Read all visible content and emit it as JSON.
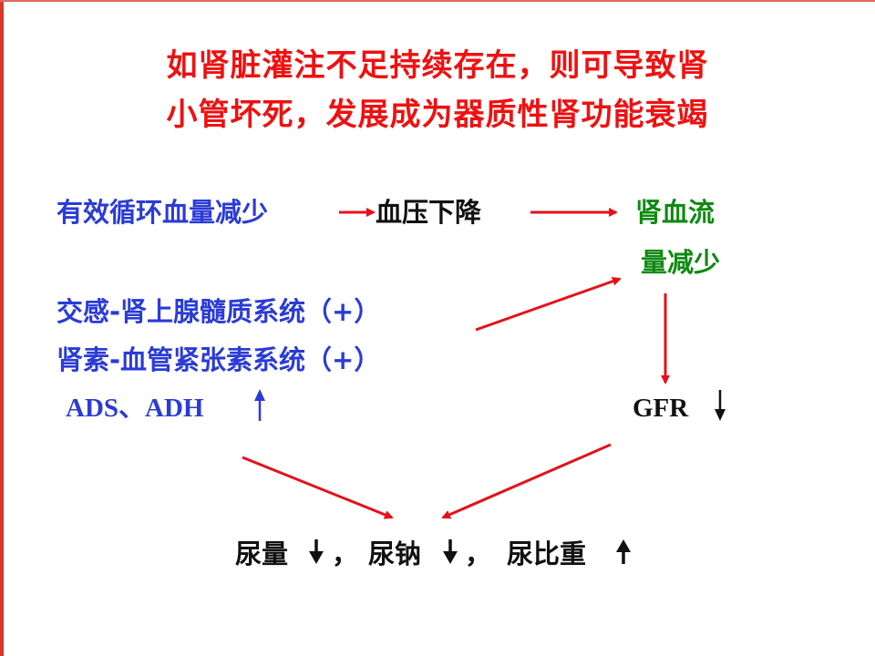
{
  "title": {
    "line1": "如肾脏灌注不足持续存在，则可导致肾",
    "line2": "小管坏死，发展成为器质性肾功能衰竭"
  },
  "nodes": {
    "blood_volume": "有效循环血量减少",
    "bp_drop": "血压下降",
    "renal_flow_1": "肾血流",
    "renal_flow_2": "量减少",
    "sympathetic": "交感-肾上腺髓质系统（+）",
    "raas": "肾素-血管紧张素系统（+）",
    "ads_adh": "ADS、ADH",
    "gfr": "GFR",
    "urine": "尿量",
    "sep1": "，",
    "sodium": "尿钠",
    "sep2": "，",
    "gravity": "尿比重"
  },
  "colors": {
    "title": "#ee1111",
    "blue_text": "#2b3bd6",
    "green_text": "#0f8a12",
    "arrow": "#e3121a"
  }
}
